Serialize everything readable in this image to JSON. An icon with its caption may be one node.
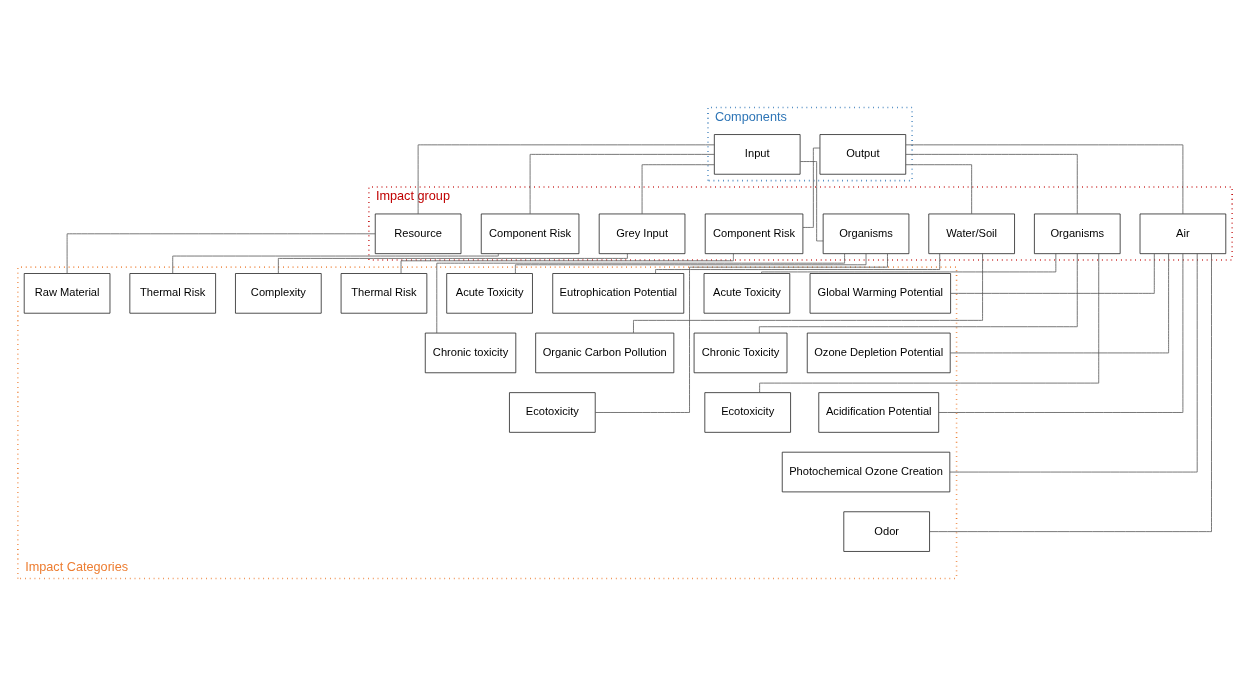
{
  "diagram": {
    "nodes": [
      {
        "text": [
          "Components"
        ]
      },
      {
        "text": [
          "Input"
        ],
        "in": 0
      },
      {
        "text": [
          "Output"
        ],
        "in": 0
      },
      {
        "text": [
          "Impact group"
        ]
      },
      {
        "text": [
          "Resource"
        ],
        "in": 3
      },
      {
        "text": [
          "Grey Input"
        ],
        "in": 3
      },
      {
        "text": [
          "Component Risk"
        ],
        "in": 3
      },
      {
        "text": [
          "Organisms"
        ],
        "in": 3
      },
      {
        "text": [
          "Component Risk"
        ],
        "in": 3
      },
      {
        "text": [
          "Organisms"
        ],
        "in": 3
      },
      {
        "text": [
          "Air"
        ],
        "in": 3
      },
      {
        "text": [
          "Water/Soil"
        ],
        "in": 3
      },
      {
        "text": [
          "Impact Categories"
        ]
      },
      {
        "text": [
          "Raw Material"
        ],
        "in": 12
      },
      {
        "text": [
          "Complexity"
        ],
        "in": 12
      },
      {
        "text": [
          "Thermal Risk"
        ],
        "in": 12
      },
      {
        "text": [
          "Acute Toxicity"
        ],
        "in": 12
      },
      {
        "text": [
          "Chronic toxicity"
        ],
        "in": 12
      },
      {
        "text": [
          "Ecotoxicity"
        ],
        "in": 12
      },
      {
        "text": [
          "Thermal Risk"
        ],
        "in": 12
      },
      {
        "text": [
          "Acute Toxicity"
        ],
        "in": 12
      },
      {
        "text": [
          "Chronic Toxicity"
        ],
        "in": 12
      },
      {
        "text": [
          "Ecotoxicity"
        ],
        "in": 12
      },
      {
        "text": [
          "Global Warming Potential"
        ],
        "in": 12
      },
      {
        "text": [
          "Ozone Depletion Potential"
        ],
        "in": 12
      },
      {
        "text": [
          "Acidification Potential"
        ],
        "in": 12
      },
      {
        "text": [
          "Photochemical Ozone Creation"
        ],
        "in": 12
      },
      {
        "text": [
          "Odor"
        ],
        "in": 12
      },
      {
        "text": [
          "Eutrophication Potential"
        ],
        "in": 12
      },
      {
        "text": [
          "Organic Carbon Pollution"
        ],
        "in": 12
      }
    ],
    "edges": [
      {
        "from": 1,
        "to": 4,
        "arrow": "none"
      },
      {
        "from": 1,
        "to": 5,
        "arrow": "none"
      },
      {
        "from": 1,
        "to": 6,
        "arrow": "none"
      },
      {
        "from": 1,
        "to": 7,
        "arrow": "none"
      },
      {
        "from": 2,
        "to": 8,
        "arrow": "none"
      },
      {
        "from": 2,
        "to": 9,
        "arrow": "none"
      },
      {
        "from": 2,
        "to": 10,
        "arrow": "none"
      },
      {
        "from": 2,
        "to": 11,
        "arrow": "none"
      },
      {
        "from": 4,
        "to": 13,
        "arrow": "none"
      },
      {
        "from": 5,
        "to": 14,
        "arrow": "none"
      },
      {
        "from": 6,
        "to": 15,
        "arrow": "none"
      },
      {
        "from": 7,
        "to": 16,
        "arrow": "none"
      },
      {
        "from": 7,
        "to": 17,
        "arrow": "none"
      },
      {
        "from": 7,
        "to": 18,
        "arrow": "none"
      },
      {
        "from": 8,
        "to": 19,
        "arrow": "none"
      },
      {
        "from": 9,
        "to": 20,
        "arrow": "none"
      },
      {
        "from": 9,
        "to": 21,
        "arrow": "none"
      },
      {
        "from": 9,
        "to": 22,
        "arrow": "none"
      },
      {
        "from": 10,
        "to": 23,
        "arrow": "none"
      },
      {
        "from": 10,
        "to": 24,
        "arrow": "none"
      },
      {
        "from": 10,
        "to": 25,
        "arrow": "none"
      },
      {
        "from": 10,
        "to": 26,
        "arrow": "none"
      },
      {
        "from": 10,
        "to": 27,
        "arrow": "none"
      },
      {
        "from": 11,
        "to": 28,
        "arrow": "none"
      },
      {
        "from": 11,
        "to": 29,
        "arrow": "none"
      }
    ]
  }
}
